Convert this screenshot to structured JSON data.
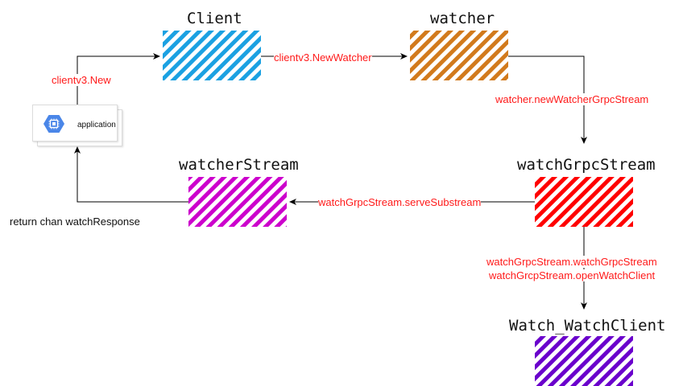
{
  "nodes": {
    "client": {
      "title": "Client",
      "color": "#1ba1e2"
    },
    "watcher": {
      "title": "watcher",
      "color": "#d27a1c"
    },
    "watchGrpcStream": {
      "title": "watchGrpcStream",
      "color": "#ff0000"
    },
    "watcherStream": {
      "title": "watcherStream",
      "color": "#cc00cc"
    },
    "watchWatchClient": {
      "title": "Watch_WatchClient",
      "color": "#6a00cc"
    }
  },
  "application": {
    "label": "application",
    "icon": "gcp-compute-icon",
    "icon_color": "#4a86e8"
  },
  "edges": {
    "app_to_client": "clientv3.New",
    "client_to_watcher": "clientv3.NewWatcher",
    "watcher_to_grpc": "watcher.newWatcherGrpcStream",
    "grpc_to_stream": "watchGrpcStream.serveSubstream",
    "grpc_to_client_1": "watchGrpcStream.watchGrpcStream",
    "grpc_to_client_2": "watchGrcpStream.openWatchClient",
    "stream_to_app": "return chan watchResponse"
  },
  "colors": {
    "edge_label": "#ff1a1a",
    "line": "#000000"
  }
}
